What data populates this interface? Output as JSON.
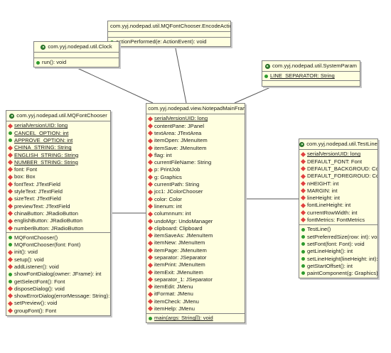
{
  "classes": {
    "encodeaction": {
      "name": "com.yyj.nodepad.util.MQFontChooser.EncodeAction",
      "fields": [],
      "methods": [
        {
          "text": "actionPerformed(e: ActionEvent): void",
          "visibility": "public",
          "static": false
        }
      ]
    },
    "clock": {
      "name": "com.yyj.nodepad.util.Clock",
      "fields": [],
      "methods": [
        {
          "text": "run(): void",
          "visibility": "public",
          "static": false
        }
      ]
    },
    "systemparam": {
      "name": "com.yyj.nodepad.util.SystemParam",
      "fields": [
        {
          "text": "LINE_SEPARATOR: String",
          "visibility": "public",
          "static": true
        }
      ],
      "methods": []
    },
    "fontchooser": {
      "name": "com.yyj.nodepad.util.MQFontChooser",
      "fields": [
        {
          "text": "serialVersionUID: long",
          "visibility": "private",
          "static": true
        },
        {
          "text": "CANCEL_OPTION: int",
          "visibility": "public",
          "static": true
        },
        {
          "text": "APPROVE_OPTION: int",
          "visibility": "public",
          "static": true
        },
        {
          "text": "CHINA_STRING: String",
          "visibility": "private",
          "static": true
        },
        {
          "text": "ENGLISH_STRING: String",
          "visibility": "private",
          "static": true
        },
        {
          "text": "NUMBER_STRING: String",
          "visibility": "private",
          "static": true
        },
        {
          "text": "font: Font",
          "visibility": "private",
          "static": false
        },
        {
          "text": "box: Box",
          "visibility": "private",
          "static": false
        },
        {
          "text": "fontText: JTextField",
          "visibility": "private",
          "static": false
        },
        {
          "text": "styleText: JTextField",
          "visibility": "private",
          "static": false
        },
        {
          "text": "sizeText: JTextField",
          "visibility": "private",
          "static": false
        },
        {
          "text": "previewText: JTextField",
          "visibility": "private",
          "static": false
        },
        {
          "text": "chinaButton: JRadioButton",
          "visibility": "private",
          "static": false
        },
        {
          "text": "englishButton: JRadioButton",
          "visibility": "private",
          "static": false
        },
        {
          "text": "numberButton: JRadioButton",
          "visibility": "private",
          "static": false
        }
      ],
      "methods": [
        {
          "text": "MQFontChooser()",
          "visibility": "ctor",
          "static": false
        },
        {
          "text": "MQFontChooser(font: Font)",
          "visibility": "ctor",
          "static": false
        },
        {
          "text": "init(): void",
          "visibility": "private",
          "static": false
        },
        {
          "text": "setup(): void",
          "visibility": "private",
          "static": false
        },
        {
          "text": "addListener(): void",
          "visibility": "private",
          "static": false
        },
        {
          "text": "showFontDialog(owner: JFrame): int",
          "visibility": "public",
          "static": false
        },
        {
          "text": "getSelectFont(): Font",
          "visibility": "public",
          "static": false
        },
        {
          "text": "disposeDialog(): void",
          "visibility": "private",
          "static": false
        },
        {
          "text": "showErrorDialog(errorMessage: String): void",
          "visibility": "private",
          "static": false
        },
        {
          "text": "setPreview(): void",
          "visibility": "private",
          "static": false
        },
        {
          "text": "groupFont(): Font",
          "visibility": "private",
          "static": false
        }
      ]
    },
    "mainframe": {
      "name": "com.yyj.nodepad.view.NotepadMainFrame",
      "fields": [
        {
          "text": "serialVersionUID: long",
          "visibility": "private",
          "static": true
        },
        {
          "text": "contentPane: JPanel",
          "visibility": "private",
          "static": false
        },
        {
          "text": "textArea: JTextArea",
          "visibility": "private",
          "static": false
        },
        {
          "text": "itemOpen: JMenuItem",
          "visibility": "private",
          "static": false
        },
        {
          "text": "itemSave: JMenuItem",
          "visibility": "private",
          "static": false
        },
        {
          "text": "flag: int",
          "visibility": "private",
          "static": false
        },
        {
          "text": "currentFileName: String",
          "visibility": "private",
          "static": false
        },
        {
          "text": "p: PrintJob",
          "visibility": "private",
          "static": false
        },
        {
          "text": "g: Graphics",
          "visibility": "private",
          "static": false
        },
        {
          "text": "currentPath: String",
          "visibility": "private",
          "static": false
        },
        {
          "text": "jcc1: JColorChooser",
          "visibility": "private",
          "static": false
        },
        {
          "text": "color: Color",
          "visibility": "private",
          "static": false
        },
        {
          "text": "linenum: int",
          "visibility": "private",
          "static": false
        },
        {
          "text": "columnnum: int",
          "visibility": "private",
          "static": false
        },
        {
          "text": "undoMgr: UndoManager",
          "visibility": "private",
          "static": false
        },
        {
          "text": "clipboard: Clipboard",
          "visibility": "private",
          "static": false
        },
        {
          "text": "itemSaveAs: JMenuItem",
          "visibility": "private",
          "static": false
        },
        {
          "text": "itemNew: JMenuItem",
          "visibility": "private",
          "static": false
        },
        {
          "text": "itemPage: JMenuItem",
          "visibility": "private",
          "static": false
        },
        {
          "text": "separator: JSeparator",
          "visibility": "private",
          "static": false
        },
        {
          "text": "itemPrint: JMenuItem",
          "visibility": "private",
          "static": false
        },
        {
          "text": "itemExit: JMenuItem",
          "visibility": "private",
          "static": false
        },
        {
          "text": "separator_1: JSeparator",
          "visibility": "private",
          "static": false
        },
        {
          "text": "itemEdit: JMenu",
          "visibility": "private",
          "static": false
        },
        {
          "text": "itFormat: JMenu",
          "visibility": "private",
          "static": false
        },
        {
          "text": "itemCheck: JMenu",
          "visibility": "private",
          "static": false
        },
        {
          "text": "itemHelp: JMenu",
          "visibility": "private",
          "static": false
        }
      ],
      "methods": [
        {
          "text": "main(args: String[]): void",
          "visibility": "public",
          "static": true
        }
      ]
    },
    "testline": {
      "name": "com.yyj.nodepad.util.TestLine",
      "fields": [
        {
          "text": "serialVersionUID: long",
          "visibility": "private",
          "static": true
        },
        {
          "text": "DEFAULT_FONT: Font",
          "visibility": "private",
          "static": false
        },
        {
          "text": "DEFAULT_BACKGROUD: Color",
          "visibility": "private",
          "static": false
        },
        {
          "text": "DEFAULT_FOREGROUD: Color",
          "visibility": "private",
          "static": false
        },
        {
          "text": "nHEIGHT: int",
          "visibility": "private",
          "static": false
        },
        {
          "text": "MARGIN: int",
          "visibility": "private",
          "static": false
        },
        {
          "text": "lineHeight: int",
          "visibility": "private",
          "static": false
        },
        {
          "text": "fontLineHeight: int",
          "visibility": "private",
          "static": false
        },
        {
          "text": "currentRowWidth: int",
          "visibility": "private",
          "static": false
        },
        {
          "text": "fontMetrics: FontMetrics",
          "visibility": "private",
          "static": false
        }
      ],
      "methods": [
        {
          "text": "TestLine()",
          "visibility": "ctor",
          "static": false
        },
        {
          "text": "setPreferredSize(row: int): void",
          "visibility": "public",
          "static": false
        },
        {
          "text": "setFont(font: Font): void",
          "visibility": "public",
          "static": false
        },
        {
          "text": "getLineHeight(): int",
          "visibility": "public",
          "static": false
        },
        {
          "text": "setLineHeight(lineHeight: int): void",
          "visibility": "public",
          "static": false
        },
        {
          "text": "getStartOffset(): int",
          "visibility": "public",
          "static": false
        },
        {
          "text": "paintComponent(g: Graphics): void",
          "visibility": "public",
          "static": false
        }
      ]
    }
  }
}
